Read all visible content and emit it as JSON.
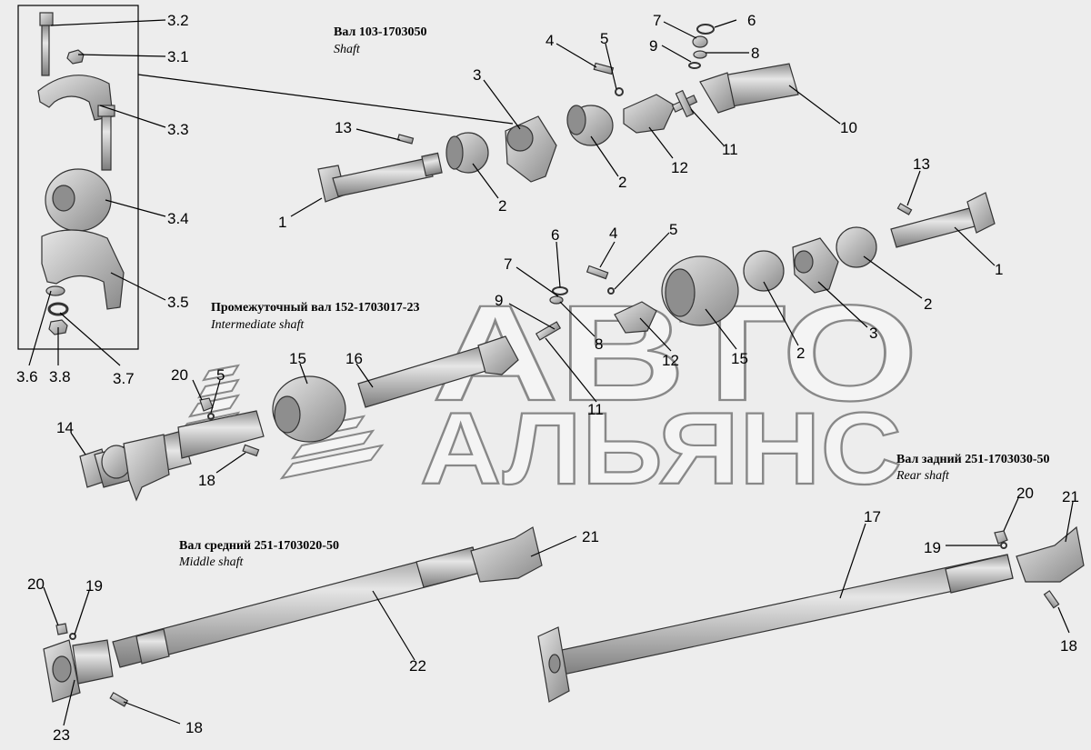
{
  "titles": {
    "shaft": {
      "title": "Вал 103-1703050",
      "subtitle": "Shaft"
    },
    "intermediate": {
      "title": "Промежуточный вал 152-1703017-23",
      "subtitle": "Intermediate shaft"
    },
    "rear": {
      "title": "Вал задний 251-1703030-50",
      "subtitle": "Rear shaft"
    },
    "middle": {
      "title": "Вал средний 251-1703020-50",
      "subtitle": "Middle shaft"
    }
  },
  "watermark": {
    "line1": "АВТО",
    "line2": "АЛЬЯНС"
  },
  "callouts": [
    "3.2",
    "3.1",
    "3.3",
    "3.4",
    "3.5",
    "3.6",
    "3.8",
    "3.7",
    "1",
    "13",
    "2",
    "3",
    "4",
    "5",
    "2",
    "12",
    "7",
    "6",
    "9",
    "8",
    "10",
    "11",
    "13",
    "1",
    "2",
    "3",
    "2",
    "15",
    "12",
    "8",
    "11",
    "9",
    "7",
    "6",
    "4",
    "5",
    "20",
    "5",
    "15",
    "16",
    "14",
    "18",
    "21",
    "22",
    "20",
    "19",
    "23",
    "18",
    "17",
    "20",
    "19",
    "21",
    "18"
  ],
  "colors": {
    "part_fill": "#c9c9c9",
    "part_light": "#e6e6e6",
    "part_dark": "#8e8e8e",
    "background": "#ededed"
  }
}
